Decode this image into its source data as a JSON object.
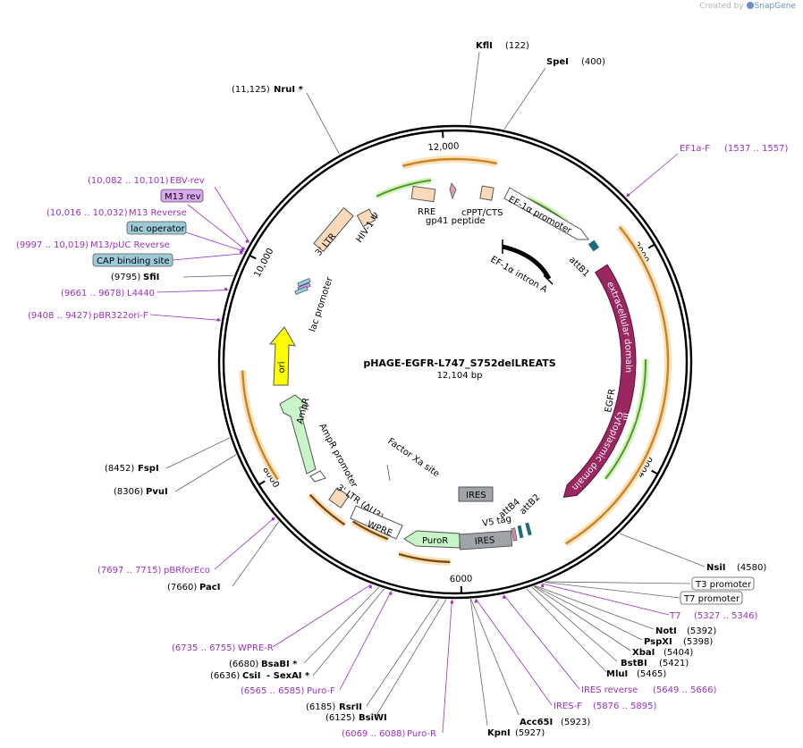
{
  "credit": {
    "prefix": "Created by",
    "brand": "SnapGene"
  },
  "plasmid": {
    "name": "pHAGE-EGFR-L747_S752delLREATS",
    "size_label": "12,104 bp",
    "total_bp": 12104
  },
  "ticks": [
    "2000",
    "4000",
    "6000",
    "8000",
    "10,000",
    "12,000"
  ],
  "sites": [
    {
      "name": "KflI",
      "pos": "(122)",
      "bp": 122
    },
    {
      "name": "SpeI",
      "pos": "(400)",
      "bp": 400
    },
    {
      "name": "NruI *",
      "pos": "(11,125)",
      "bp": 11125
    },
    {
      "name": "SfiI",
      "pos": "(9795)",
      "bp": 9795
    },
    {
      "name": "FspI",
      "pos": "(8452)",
      "bp": 8452
    },
    {
      "name": "PvuI",
      "pos": "(8306)",
      "bp": 8306
    },
    {
      "name": "PacI",
      "pos": "(7660)",
      "bp": 7660
    },
    {
      "name": "BsaBI *",
      "pos": "(6680)",
      "bp": 6680
    },
    {
      "name": "CsiI",
      "name2": "- SexAI *",
      "pos": "(6636)",
      "bp": 6636
    },
    {
      "name": "RsrII",
      "pos": "(6185)",
      "bp": 6185
    },
    {
      "name": "BsiWI",
      "pos": "(6125)",
      "bp": 6125
    },
    {
      "name": "KpnI",
      "pos": "(5927)",
      "bp": 5927
    },
    {
      "name": "Acc65I",
      "pos": "(5923)",
      "bp": 5923
    },
    {
      "name": "MluI",
      "pos": "(5465)",
      "bp": 5465
    },
    {
      "name": "BstBI",
      "pos": "(5421)",
      "bp": 5421
    },
    {
      "name": "XbaI",
      "pos": "(5404)",
      "bp": 5404
    },
    {
      "name": "PspXI",
      "pos": "(5398)",
      "bp": 5398
    },
    {
      "name": "NotI",
      "pos": "(5392)",
      "bp": 5392
    },
    {
      "name": "NsiI",
      "pos": "(4580)",
      "bp": 4580
    }
  ],
  "primers": [
    {
      "name": "EF1a-F",
      "pos": "(1537 .. 1557)",
      "bp": 1547
    },
    {
      "name": "EBV-rev",
      "pos": "(10,082 .. 10,101)",
      "bp": 10091
    },
    {
      "name": "M13 Reverse",
      "pos": "(10,016 .. 10,032)",
      "bp": 10024
    },
    {
      "name": "M13/pUC Reverse",
      "pos": "(9997 .. 10,019)",
      "bp": 10008
    },
    {
      "name": "L4440",
      "pos": "(9661 .. 9678)",
      "bp": 9670
    },
    {
      "name": "pBR322ori-F",
      "pos": "(9408 .. 9427)",
      "bp": 9417
    },
    {
      "name": "pBRforEco",
      "pos": "(7697 .. 7715)",
      "bp": 7706
    },
    {
      "name": "WPRE-R",
      "pos": "(6735 .. 6755)",
      "bp": 6745
    },
    {
      "name": "Puro-F",
      "pos": "(6565 .. 6585)",
      "bp": 6575
    },
    {
      "name": "Puro-R",
      "pos": "(6069 .. 6088)",
      "bp": 6078
    },
    {
      "name": "IRES-F",
      "pos": "(5876 .. 5895)",
      "bp": 5885
    },
    {
      "name": "IRES reverse",
      "pos": "(5649 .. 5666)",
      "bp": 5657
    },
    {
      "name": "T7",
      "pos": "(5327 .. 5346)",
      "bp": 5336
    }
  ],
  "boxed_labels": [
    {
      "name": "M13 rev"
    },
    {
      "name": "lac operator"
    },
    {
      "name": "CAP binding site"
    },
    {
      "name": "T3 promoter"
    },
    {
      "name": "T7 promoter"
    }
  ],
  "features": {
    "ef1a_promoter": "EF-1α promoter",
    "ef1a_intron": "EF-1α intron A",
    "attb1": "attB1",
    "extracellular": "extracellular domain",
    "egfr": "EGFR",
    "cytoplasmic": "cytoplasmic domain",
    "attb2": "attB2",
    "attb4": "attB4",
    "v5tag": "V5 tag",
    "ires1": "IRES",
    "ires2": "IRES",
    "puror": "PuroR",
    "wpre": "WPRE",
    "ltr3_du3": "3' LTR (ΔU3)",
    "factor_xa": "Factor Xa site",
    "ampr_promoter": "AmpR promoter",
    "ampr": "AmpR",
    "ori": "ori",
    "lac_promoter": "lac promoter",
    "ltr3": "3' LTR",
    "hiv_psi": "HIV-1 Ψ",
    "rre": "RRE",
    "gp41": "gp41 peptide",
    "cppt": "cPPT/CTS"
  },
  "colors": {
    "primer": "#9b30c8",
    "cds_purple": "#9b2660",
    "orf_orange": "#d4912e",
    "orf_green": "#5aa02c",
    "ori_yellow": "#ffff00",
    "ampr_green": "#c8f5c8",
    "ltr_peach": "#fcd9b8",
    "ires_gray": "#a0a4a8",
    "boxed_blue": "#9ccad8",
    "boxed_purple": "#d9a8f0"
  }
}
